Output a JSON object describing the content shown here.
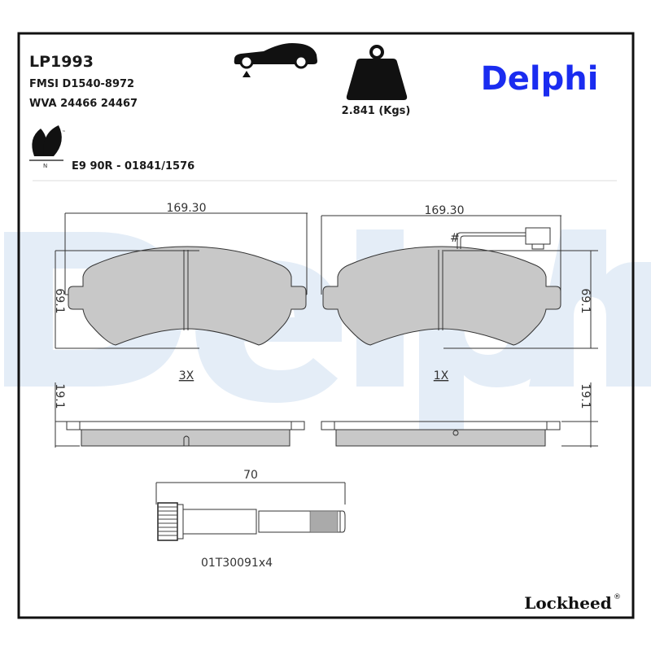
{
  "header": {
    "part_number": "LP1993",
    "fmsi": "FMSI D1540-8972",
    "wva": "WVA 24466 24467",
    "approval": "E9 90R - 01841/1576",
    "weight": "2.841 (Kgs)",
    "brand": "Delphi",
    "eco_mark_letter": "N",
    "eco_mark_tm": "™"
  },
  "icons": {
    "axle": "car-front-axle-icon",
    "weight": "weight-icon",
    "eco": "leaf-icon"
  },
  "drawing": {
    "pad_left": {
      "width": "169.30",
      "height": "69.1",
      "thickness": "19.1",
      "quantity": "3X"
    },
    "pad_right": {
      "width": "169.30",
      "height": "69.1",
      "thickness": "19.1",
      "quantity": "1X",
      "sensor_mark": "#"
    },
    "bolt": {
      "length": "70",
      "code": "01T30091x4"
    }
  },
  "footer": {
    "brand": "Lockheed",
    "reg": "®"
  },
  "colors": {
    "brand_blue": "#1a2cf0",
    "watermark": "#e4edf7",
    "pad_fill": "#c8c8c8"
  }
}
